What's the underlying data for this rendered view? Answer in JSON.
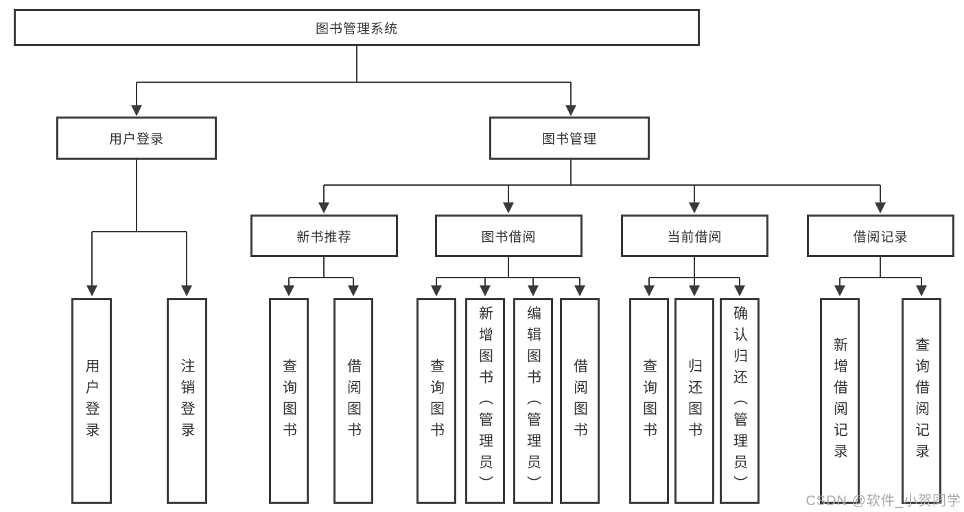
{
  "colors": {
    "line": "#3a3a3a",
    "text": "#333333",
    "box-bg": "#ffffff",
    "watermark": "#a8a8a8"
  },
  "watermark": "CSDN @软件_小贺同学",
  "tree": {
    "root": "图书管理系统",
    "branches": [
      {
        "label": "用户登录",
        "children": [
          "用户登录",
          "注销登录"
        ]
      },
      {
        "label": "图书管理",
        "groups": [
          {
            "label": "新书推荐",
            "children": [
              "查询图书",
              "借阅图书"
            ]
          },
          {
            "label": "图书借阅",
            "children": [
              "查询图书",
              "新增图书（管理员）",
              "编辑图书（管理员）",
              "借阅图书"
            ]
          },
          {
            "label": "当前借阅",
            "children": [
              "查询图书",
              "归还图书",
              "确认归还（管理员）"
            ]
          },
          {
            "label": "借阅记录",
            "children": [
              "新增借阅记录",
              "查询借阅记录"
            ]
          }
        ]
      }
    ]
  }
}
